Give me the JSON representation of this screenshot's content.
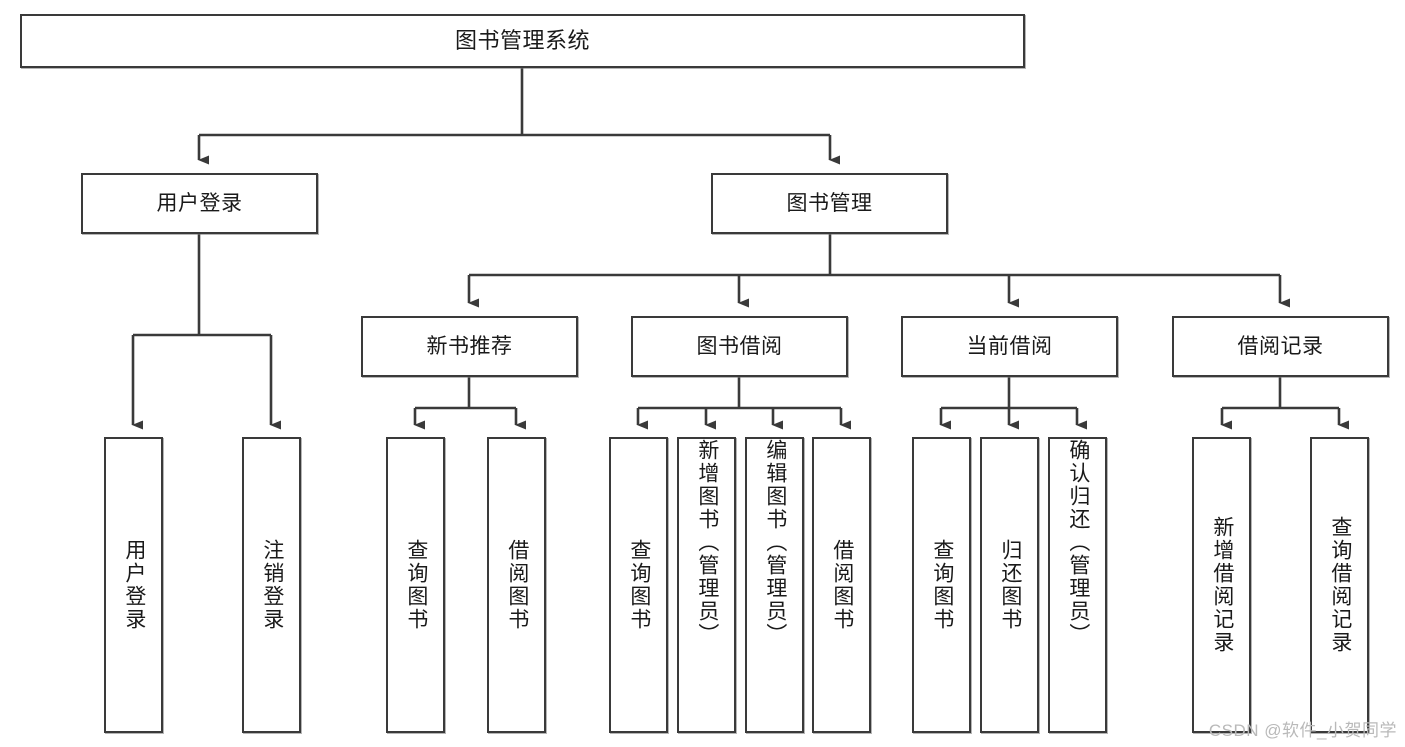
{
  "diagram": {
    "title": "图书管理系统",
    "type": "tree-hierarchy-chart",
    "root": {
      "label": "图书管理系统"
    },
    "level2": [
      {
        "label": "用户登录"
      },
      {
        "label": "图书管理"
      }
    ],
    "level3": [
      {
        "label": "新书推荐"
      },
      {
        "label": "图书借阅"
      },
      {
        "label": "当前借阅"
      },
      {
        "label": "借阅记录"
      }
    ],
    "leaves": {
      "user_login": [
        {
          "label": "用户登录"
        },
        {
          "label": "注销登录"
        }
      ],
      "new_book_recommend": [
        {
          "label": "查询图书"
        },
        {
          "label": "借阅图书"
        }
      ],
      "book_borrow": [
        {
          "label": "查询图书"
        },
        {
          "label": "新增图书（管理员）"
        },
        {
          "label": "编辑图书（管理员）"
        },
        {
          "label": "借阅图书"
        }
      ],
      "current_borrow": [
        {
          "label": "查询图书"
        },
        {
          "label": "归还图书"
        },
        {
          "label": "确认归还（管理员）"
        }
      ],
      "borrow_record": [
        {
          "label": "新增借阅记录"
        },
        {
          "label": "查询借阅记录"
        }
      ]
    }
  },
  "watermark": {
    "text": "CSDN @软件_小贺同学"
  },
  "colors": {
    "stroke": "#3a3a3a",
    "box_fill": "#ffffff",
    "text": "#1a1a1a",
    "watermark": "#b9b9b9",
    "page_background": "#ffffff"
  }
}
